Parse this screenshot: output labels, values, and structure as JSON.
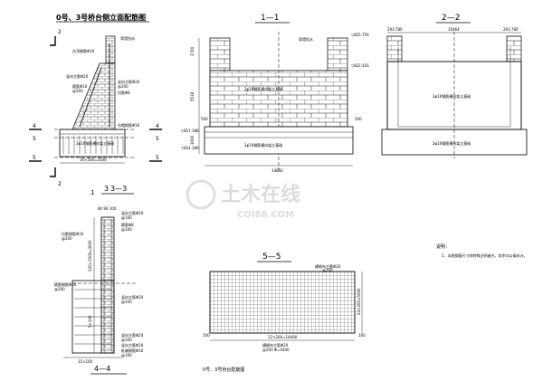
{
  "sheet": {
    "main_title": "0号、3号桥台侧立面配筋图",
    "bottom_title": "0号、3号桥台配筋图"
  },
  "sections": {
    "s11": "1—1",
    "s22": "2—2",
    "s33": "3—3",
    "s44": "4—4",
    "s55": "5—5"
  },
  "section_marks": {
    "top_2": "2",
    "bottom_2": "2",
    "left_4a": "4",
    "right_4a": "4",
    "left_5a": "5",
    "right_5a": "5",
    "left_5b": "5",
    "right_5b": "5",
    "left_3": "3",
    "right_3": "3",
    "mark_1": "1"
  },
  "elevation_labels": {
    "a1": "背墙挡水",
    "a2": "台顶钢筋Φ16",
    "a3": "竖向主筋Φ20",
    "a4": "箍筋Φ10",
    "a5": "@200",
    "a6": "拉筋Φ8",
    "a7": "竖向主筋Φ20",
    "a8": "@200",
    "a9": "台帽钢筋Φ16",
    "a10": "2φ16钢筋横向架立基础",
    "dim_bottom": "50×500=2500"
  },
  "s11_labels": {
    "elev_top": "▽825.756",
    "elev_mid": "▽822.416",
    "elev_low1": "▽817.186",
    "elev_low2": "▽814.186",
    "note1": "背墙挡水",
    "note2": "2φ16钢筋横向架立基础",
    "note3": "2φ16钢筋横向架立基础",
    "dim_total": "14850",
    "dim_v1": "2740",
    "dim_v2": "5518",
    "dim_v3": "3000",
    "dim_s1": "500",
    "dim_s2": "500"
  },
  "s22_labels": {
    "dim_top": "10464",
    "elev_left": "293.780",
    "elev_right": "293.780",
    "note_mid": "2φ16钢筋横向架立基础",
    "note_bot": "2φ16钢筋横向架立基础"
  },
  "s33_labels": {
    "b1": "竖向主筋Φ20",
    "b2": "@100",
    "b3": "箍筋Φ8",
    "b4": "@100",
    "b5": "拉筋钢筋Φ16",
    "b6": "@200",
    "b7": "竖向主筋Φ20",
    "b8": "@100",
    "b9": "箍筋钢筋Φ16",
    "b10": "@200",
    "b11": "竖向主筋Φ20",
    "b12": "@100",
    "b13": "竖向主筋Φ20",
    "b14": "桩端钢筋Φ16",
    "b15": "@100",
    "dim_left1": "120×1500=3000",
    "dim_left2": "5×100",
    "dim_bot": "15×100",
    "top_dim": "80 96 100"
  },
  "s55_labels": {
    "top_note": "横格布主筋Φ20",
    "top_note2": "@200",
    "bot_note": "横格布主筋Φ20",
    "bot_note2": "@200  Φ=4400",
    "dim_bottom": "12×200=14400",
    "dim_right": "24×200=5000",
    "side_left": "100",
    "side_right": "100"
  },
  "notes": {
    "heading": "说明：",
    "line1": "1、本图钢筋尺寸除特殊注明者外，其余均以毫米计。"
  },
  "watermark": {
    "brand": "土木在线",
    "domain": "COI88.COM"
  }
}
